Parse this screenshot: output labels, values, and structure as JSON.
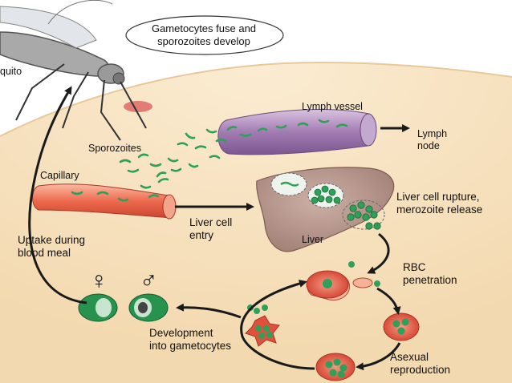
{
  "labels": {
    "callout": "Gametocytes fuse and\nsporozoites develop",
    "mosquito": "quito",
    "lymph_vessel": "Lymph vessel",
    "lymph_node": "Lymph\nnode",
    "sporozoites": "Sporozoites",
    "capillary": "Capillary",
    "liver_cell_entry": "Liver cell\nentry",
    "liver": "Liver",
    "liver_rupture": "Liver cell rupture,\nmerozoite release",
    "rbc_penetration": "RBC\npenetration",
    "uptake": "Uptake during\nblood meal",
    "development": "Development\ninto gametocytes",
    "asexual": "Asexual\nreproduction",
    "female_symbol": "♀",
    "male_symbol": "♂"
  },
  "colors": {
    "skin": "#f6e3c2",
    "sky": "#ffffff",
    "capillary": "#ef7257",
    "lymph": "#a77fb5",
    "liver": "#b9988f",
    "parasite": "#2fa05a",
    "rbc": "#e24d3a",
    "gametocyte": "#27934f",
    "arrow": "#1a1a1a"
  }
}
